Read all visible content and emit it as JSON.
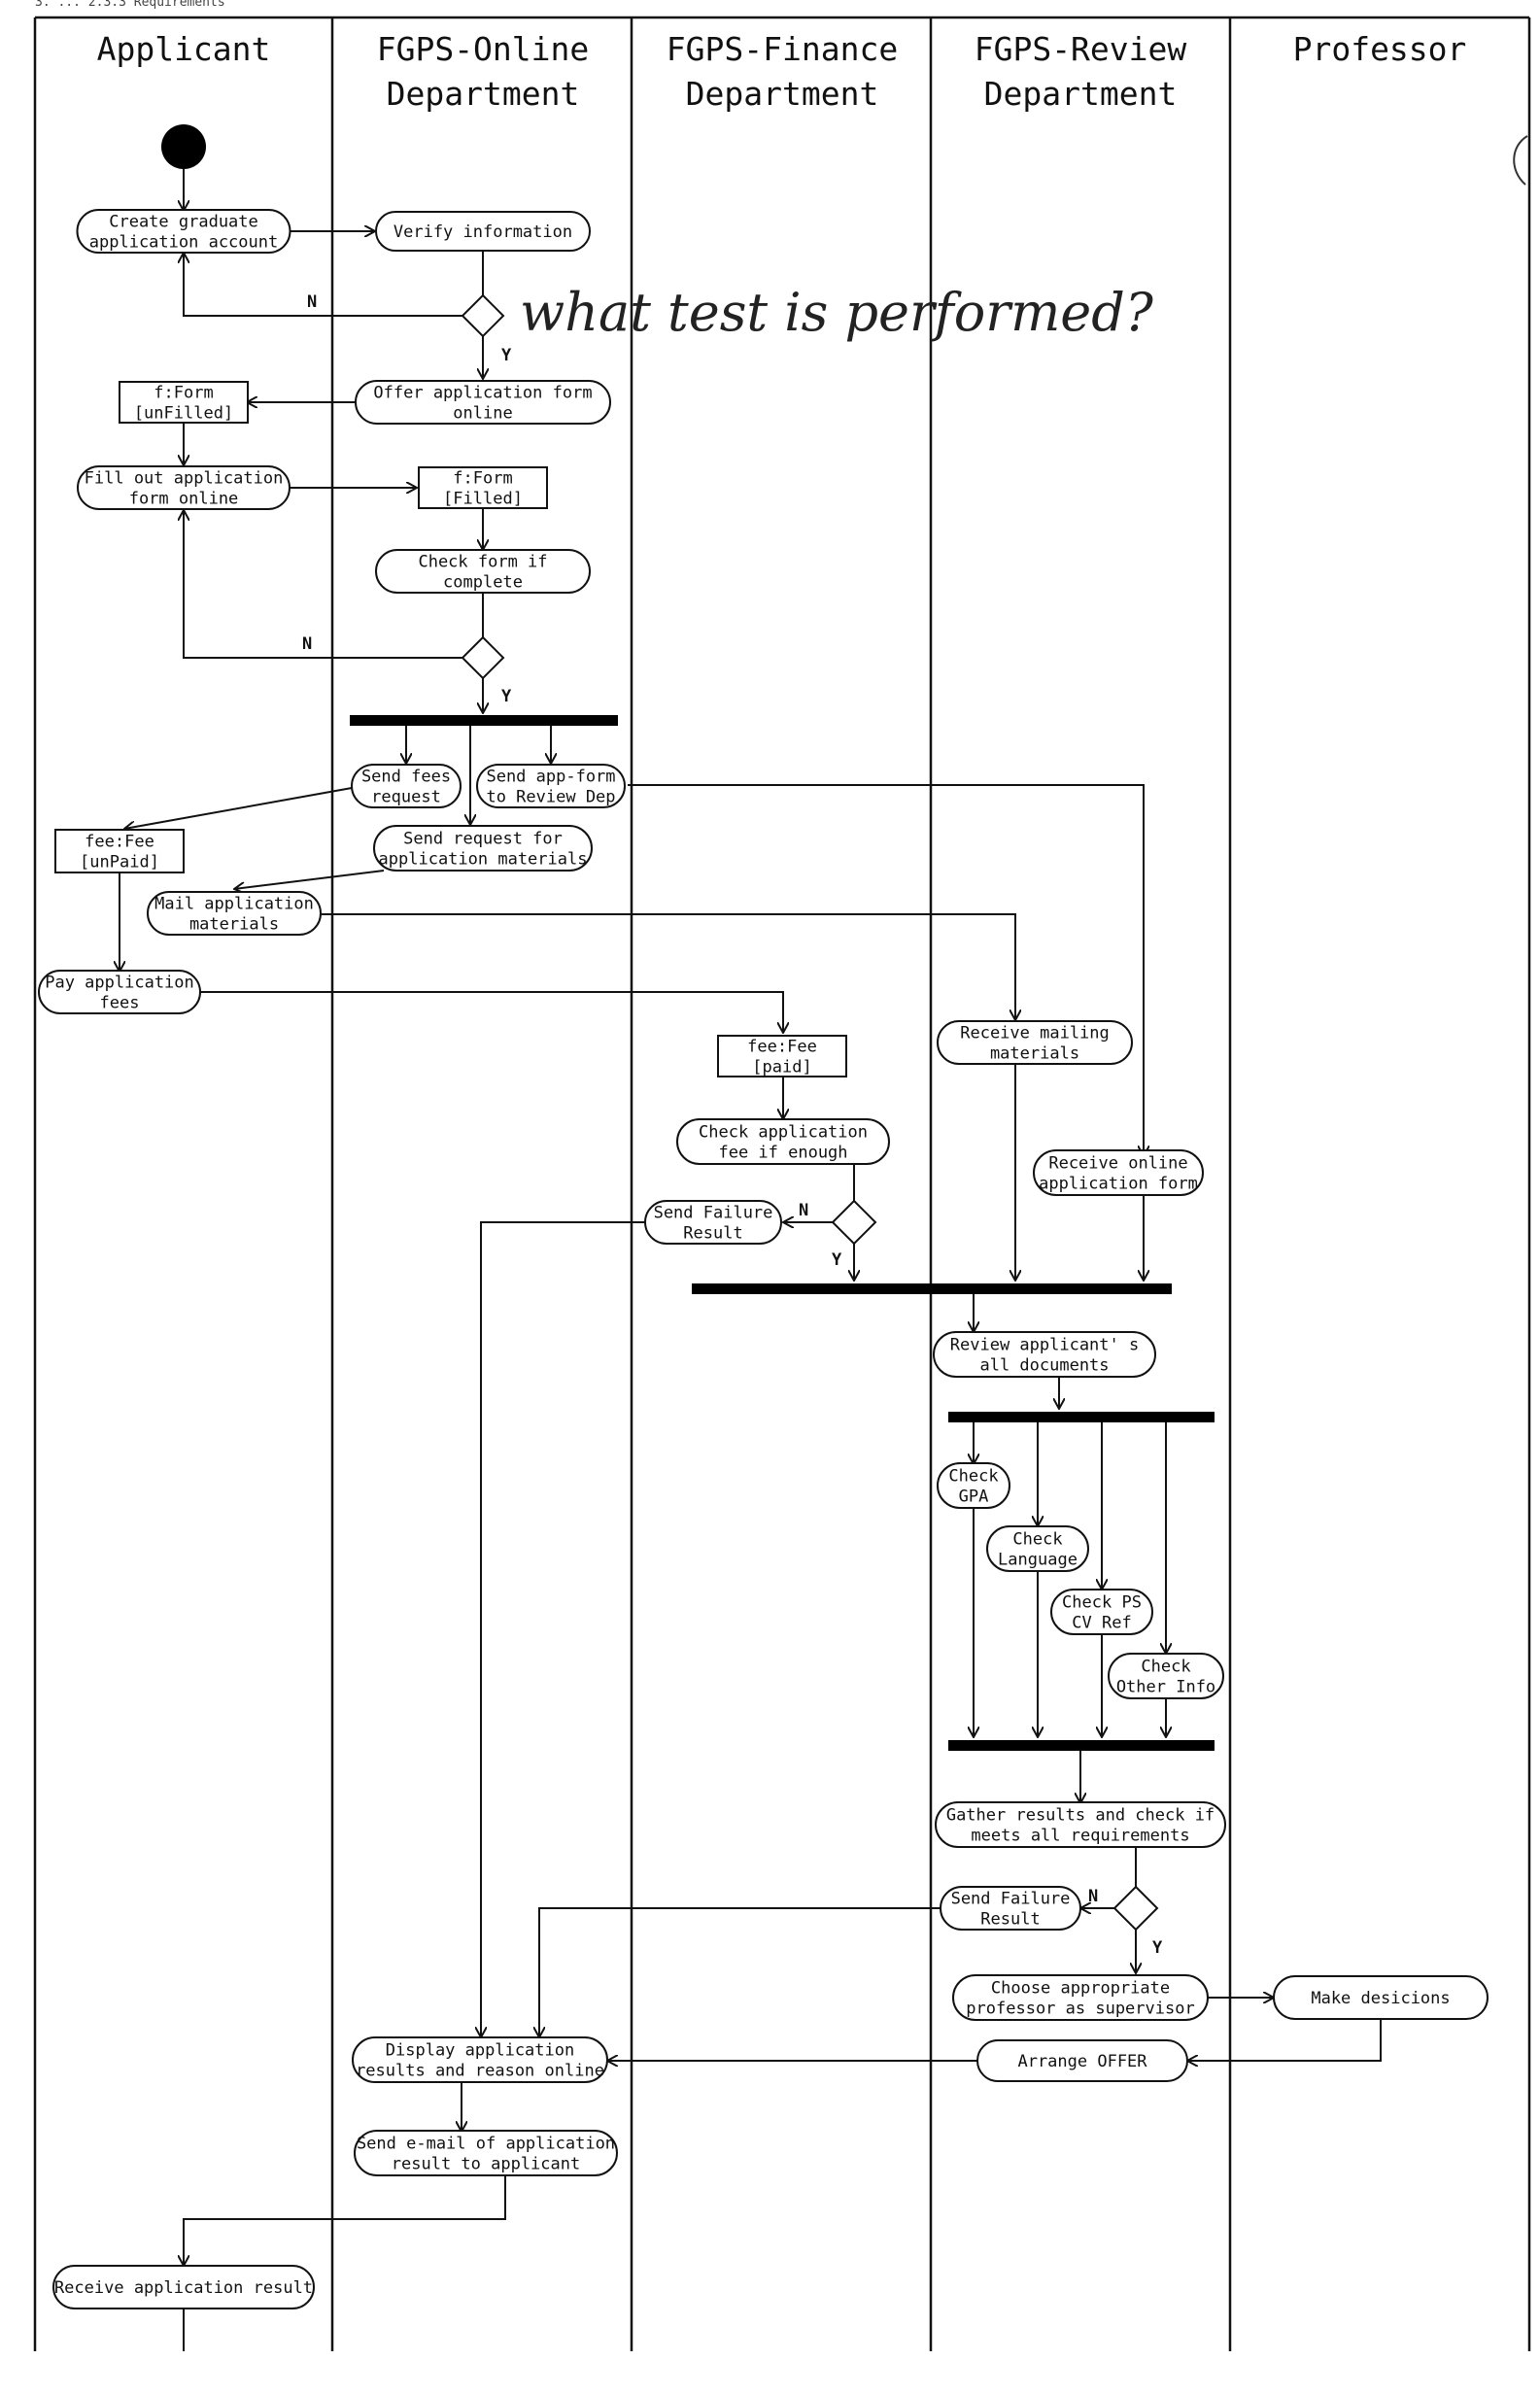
{
  "lanes": [
    {
      "id": "applicant",
      "title": [
        "Applicant"
      ],
      "x": [
        36,
        342
      ]
    },
    {
      "id": "online",
      "title": [
        "FGPS-Online",
        "Department"
      ],
      "x": [
        342,
        650
      ]
    },
    {
      "id": "finance",
      "title": [
        "FGPS-Finance",
        "Department"
      ],
      "x": [
        650,
        958
      ]
    },
    {
      "id": "review",
      "title": [
        "FGPS-Review",
        "Department"
      ],
      "x": [
        958,
        1266
      ]
    },
    {
      "id": "professor",
      "title": [
        "Professor"
      ],
      "x": [
        1266,
        1574
      ]
    }
  ],
  "top_note": "3. ... 2.3.3 Requirements",
  "annotation": "what test is performed?",
  "guards": {
    "no": "N",
    "yes": "Y"
  },
  "nodes": [
    {
      "id": "create-account",
      "type": "action",
      "lines": [
        "Create graduate",
        "application account"
      ]
    },
    {
      "id": "verify-info",
      "type": "action",
      "lines": [
        "Verify information"
      ]
    },
    {
      "id": "offer-form",
      "type": "action",
      "lines": [
        "Offer application form",
        "online"
      ]
    },
    {
      "id": "form-unfilled",
      "type": "object",
      "lines": [
        "f:Form",
        "[unFilled]"
      ]
    },
    {
      "id": "fill-form",
      "type": "action",
      "lines": [
        "Fill out application",
        "form online"
      ]
    },
    {
      "id": "form-filled",
      "type": "object",
      "lines": [
        "f:Form",
        "[Filled]"
      ]
    },
    {
      "id": "check-complete",
      "type": "action",
      "lines": [
        "Check form if",
        "complete"
      ]
    },
    {
      "id": "send-fees",
      "type": "action",
      "lines": [
        "Send fees",
        "request"
      ]
    },
    {
      "id": "send-appform",
      "type": "action",
      "lines": [
        "Send app-form",
        "to Review Dep"
      ]
    },
    {
      "id": "fee-unpaid",
      "type": "object",
      "lines": [
        "fee:Fee",
        "[unPaid]"
      ]
    },
    {
      "id": "send-request-materials",
      "type": "action",
      "lines": [
        "Send request for",
        "application materials"
      ]
    },
    {
      "id": "mail-materials",
      "type": "action",
      "lines": [
        "Mail application",
        "materials"
      ]
    },
    {
      "id": "pay-fees",
      "type": "action",
      "lines": [
        "Pay application",
        "fees"
      ]
    },
    {
      "id": "fee-paid",
      "type": "object",
      "lines": [
        "fee:Fee",
        "[paid]"
      ]
    },
    {
      "id": "receive-mailing",
      "type": "action",
      "lines": [
        "Receive mailing",
        "materials"
      ]
    },
    {
      "id": "check-fee",
      "type": "action",
      "lines": [
        "Check application",
        "fee if enough"
      ]
    },
    {
      "id": "receive-online-form",
      "type": "action",
      "lines": [
        "Receive online",
        "application form"
      ]
    },
    {
      "id": "send-failure-1",
      "type": "action",
      "lines": [
        "Send Failure",
        "Result"
      ]
    },
    {
      "id": "review-docs",
      "type": "action",
      "lines": [
        "Review applicant' s",
        "all documents"
      ]
    },
    {
      "id": "check-gpa",
      "type": "action",
      "lines": [
        "Check",
        "GPA"
      ]
    },
    {
      "id": "check-language",
      "type": "action",
      "lines": [
        "Check",
        "Language"
      ]
    },
    {
      "id": "check-ps",
      "type": "action",
      "lines": [
        "Check PS",
        "CV Ref"
      ]
    },
    {
      "id": "check-other",
      "type": "action",
      "lines": [
        "Check",
        "Other Info"
      ]
    },
    {
      "id": "gather-results",
      "type": "action",
      "lines": [
        "Gather results and check if",
        "meets all requirements"
      ]
    },
    {
      "id": "send-failure-2",
      "type": "action",
      "lines": [
        "Send Failure",
        "Result"
      ]
    },
    {
      "id": "choose-professor",
      "type": "action",
      "lines": [
        "Choose appropriate",
        "professor as supervisor"
      ]
    },
    {
      "id": "make-decisions",
      "type": "action",
      "lines": [
        "Make desicions"
      ]
    },
    {
      "id": "arrange-offer",
      "type": "action",
      "lines": [
        "Arrange OFFER"
      ]
    },
    {
      "id": "display-results",
      "type": "action",
      "lines": [
        "Display application",
        "results and reason online"
      ]
    },
    {
      "id": "send-email",
      "type": "action",
      "lines": [
        "Send e-mail of application",
        "result to applicant"
      ]
    },
    {
      "id": "receive-result",
      "type": "action",
      "lines": [
        "Receive application result"
      ]
    }
  ]
}
